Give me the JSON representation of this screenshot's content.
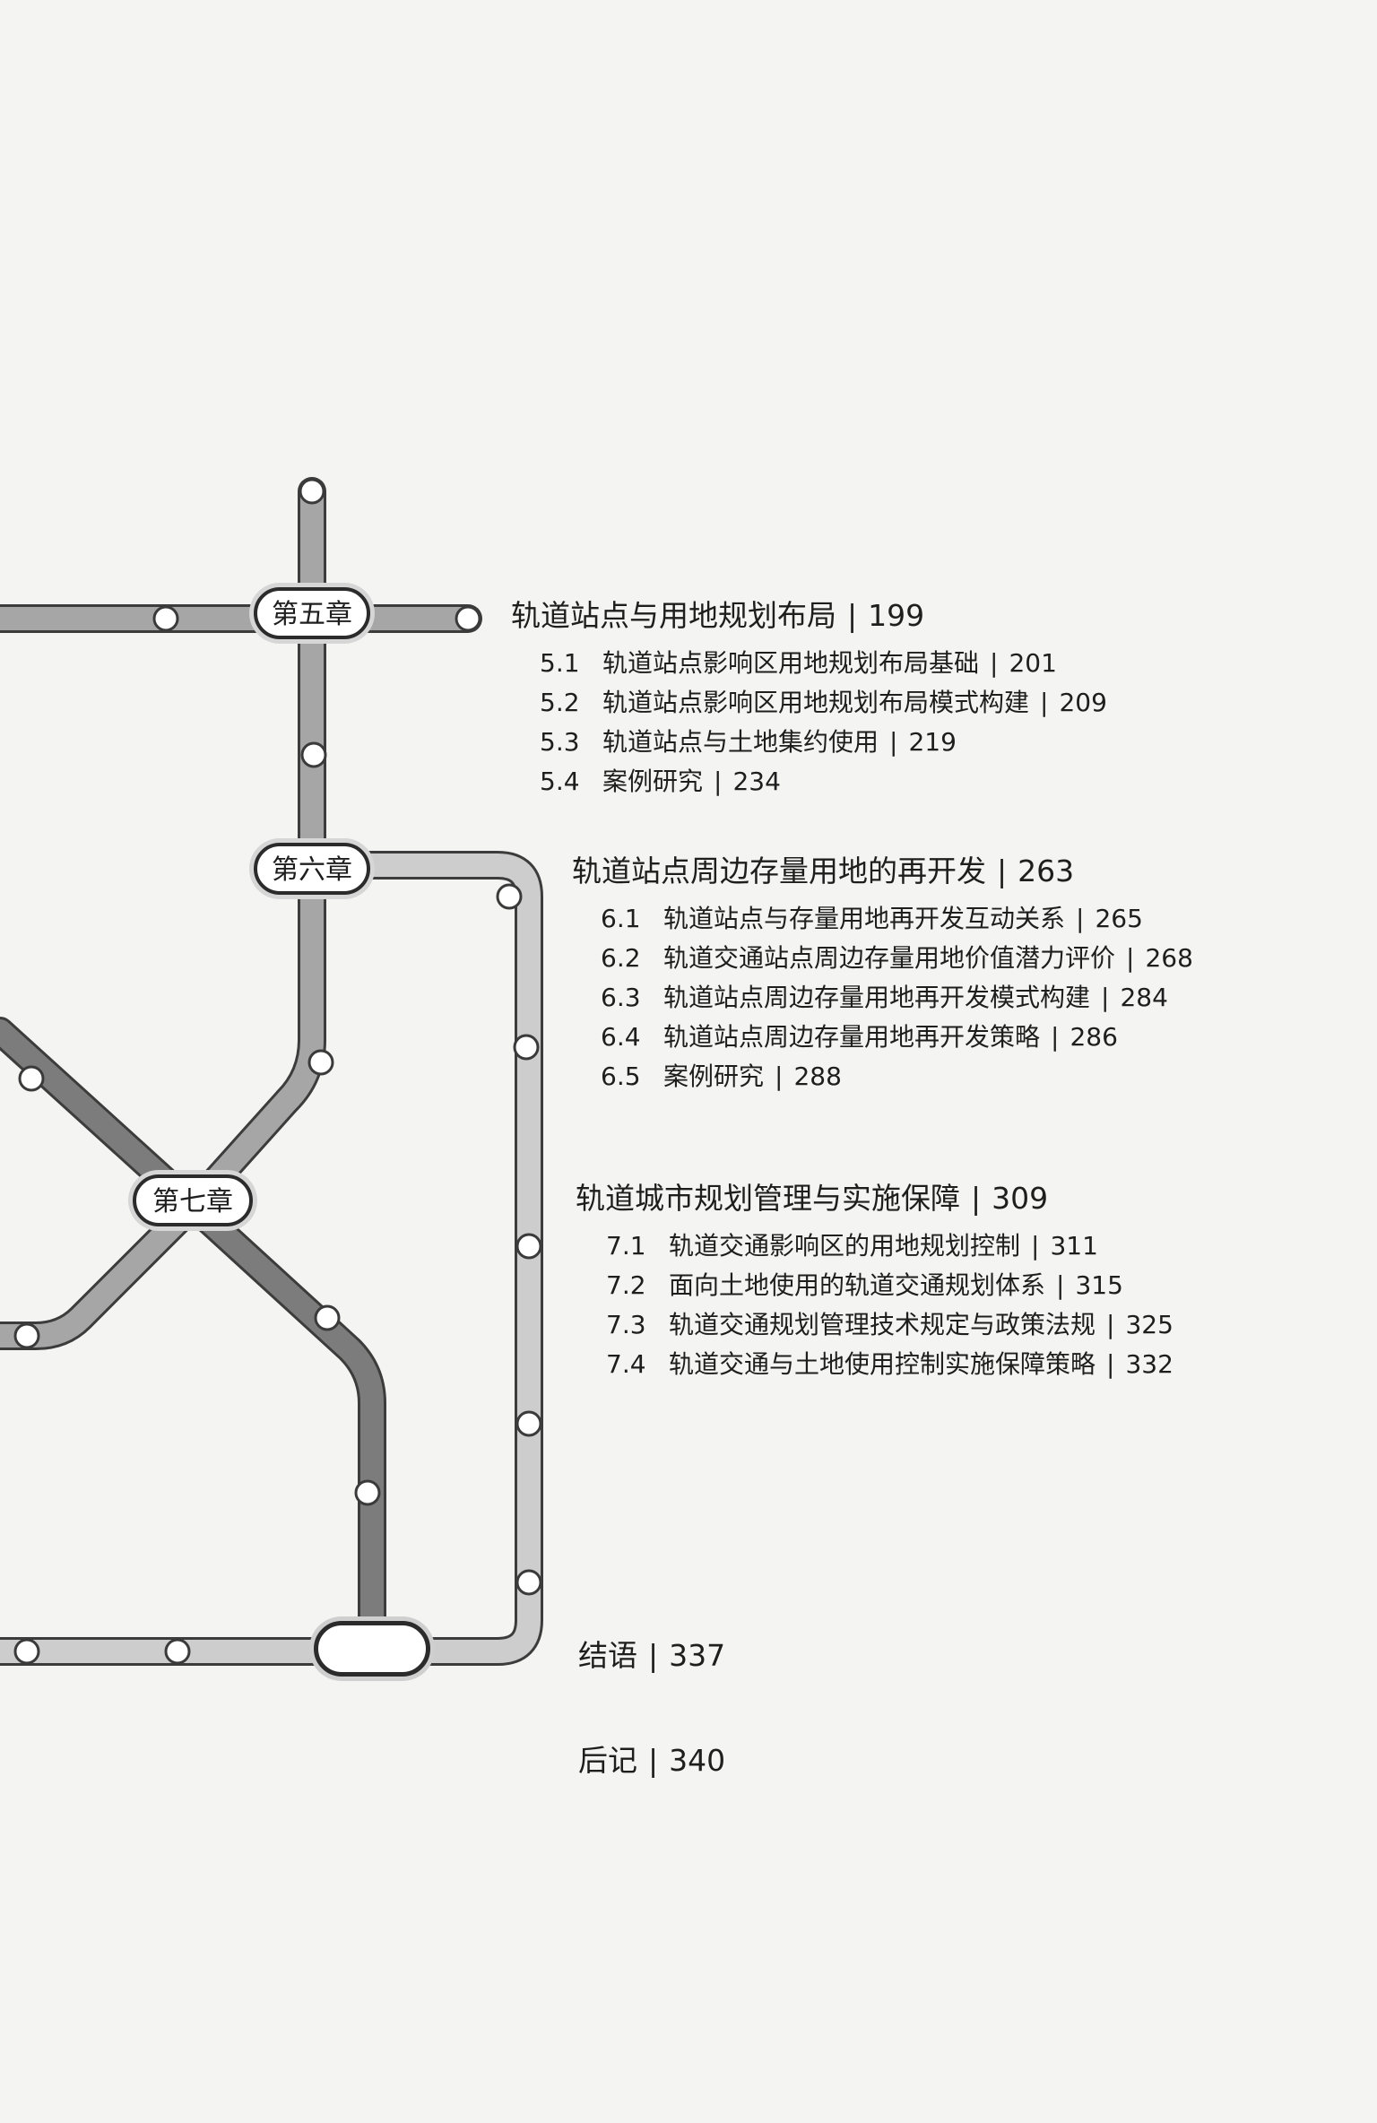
{
  "map": {
    "chapter_labels": [
      "第五章",
      "第六章",
      "第七章"
    ]
  },
  "chapters": [
    {
      "title": "轨道站点与用地规划布局",
      "page": "199",
      "sections": [
        {
          "num": "5.1",
          "title": "轨道站点影响区用地规划布局基础",
          "page": "201"
        },
        {
          "num": "5.2",
          "title": "轨道站点影响区用地规划布局模式构建",
          "page": "209"
        },
        {
          "num": "5.3",
          "title": "轨道站点与土地集约使用",
          "page": "219"
        },
        {
          "num": "5.4",
          "title": "案例研究",
          "page": "234"
        }
      ]
    },
    {
      "title": "轨道站点周边存量用地的再开发",
      "page": "263",
      "sections": [
        {
          "num": "6.1",
          "title": "轨道站点与存量用地再开发互动关系",
          "page": "265"
        },
        {
          "num": "6.2",
          "title": "轨道交通站点周边存量用地价值潜力评价",
          "page": "268"
        },
        {
          "num": "6.3",
          "title": "轨道站点周边存量用地再开发模式构建",
          "page": "284"
        },
        {
          "num": "6.4",
          "title": "轨道站点周边存量用地再开发策略",
          "page": "286"
        },
        {
          "num": "6.5",
          "title": "案例研究",
          "page": "288"
        }
      ]
    },
    {
      "title": "轨道城市规划管理与实施保障",
      "page": "309",
      "sections": [
        {
          "num": "7.1",
          "title": "轨道交通影响区的用地规划控制",
          "page": "311"
        },
        {
          "num": "7.2",
          "title": "面向土地使用的轨道交通规划体系",
          "page": "315"
        },
        {
          "num": "7.3",
          "title": "轨道交通规划管理技术规定与政策法规",
          "page": "325"
        },
        {
          "num": "7.4",
          "title": "轨道交通与土地使用控制实施保障策略",
          "page": "332"
        }
      ]
    }
  ],
  "closing": {
    "title": "结语",
    "page": "337"
  },
  "afterword": {
    "title": "后记",
    "page": "340"
  },
  "separator": "|",
  "colors": {
    "line_dark": "#7c7c7c",
    "line_mid": "#a6a6a6",
    "line_light": "#cdcdcd",
    "line_edge": "#3c3c3c"
  }
}
